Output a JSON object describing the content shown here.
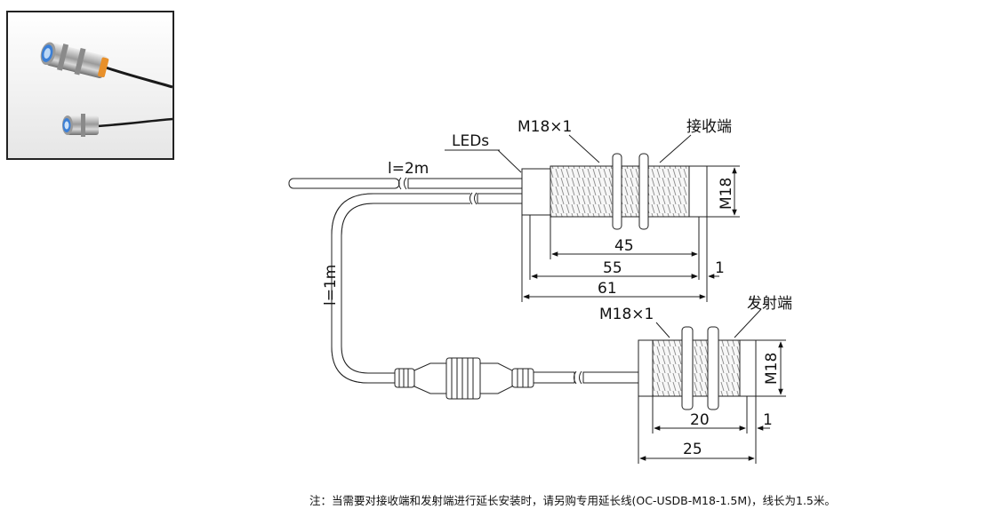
{
  "labels": {
    "leds": "LEDs",
    "cable_2m": "l=2m",
    "cable_1m": "l=1m",
    "receiver_title": "接收端",
    "emitter_title": "发射端",
    "receiver_thread": "M18×1",
    "emitter_thread": "M18×1",
    "receiver_diameter": "M18",
    "emitter_diameter": "M18"
  },
  "dimensions": {
    "receiver": {
      "thread_length": "45",
      "body_length": "55",
      "total_length": "61",
      "lens_offset": "1"
    },
    "emitter": {
      "thread_length": "20",
      "total_length": "25",
      "lens_offset": "1"
    }
  },
  "note": "注：当需要对接收端和发射端进行延长安装时，请另购专用延长线(OC-USDB-M18-1.5M)，线长为1.5米。"
}
